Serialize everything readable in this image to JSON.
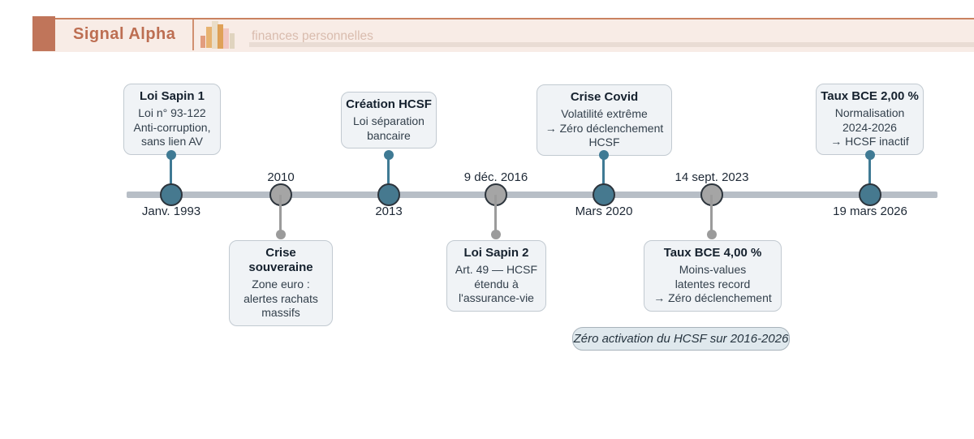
{
  "header": {
    "brand": "Signal Alpha",
    "tagline": "finances personnelles",
    "logo_icon": "bar-chart-icon"
  },
  "timeline": {
    "events": [
      {
        "date": "Janv. 1993",
        "title": "Loi Sapin 1",
        "body": "Loi n° 93-122\nAnti-corruption,\nsans lien AV",
        "side": "above",
        "accent": "teal"
      },
      {
        "date": "2010",
        "title": "Crise souveraine",
        "body": "Zone euro :\nalertes rachats\nmassifs",
        "side": "below",
        "accent": "gray"
      },
      {
        "date": "2013",
        "title": "Création HCSF",
        "body": "Loi séparation\nbancaire",
        "side": "above",
        "accent": "teal"
      },
      {
        "date": "9 déc. 2016",
        "title": "Loi Sapin 2",
        "body": "Art. 49 — HCSF\nétendu à\nl'assurance-vie",
        "side": "below",
        "accent": "gray"
      },
      {
        "date": "Mars 2020",
        "title": "Crise Covid",
        "body": "Volatilité extrême\n→ Zéro déclenchement\nHCSF",
        "side": "above",
        "accent": "teal"
      },
      {
        "date": "14 sept. 2023",
        "title": "Taux BCE 4,00 %",
        "body": "Moins-values\nlatentes record\n→ Zéro déclenchement",
        "side": "below",
        "accent": "gray"
      },
      {
        "date": "19 mars 2026",
        "title": "Taux BCE 2,00 %",
        "body": "Normalisation\n2024-2026\n→ HCSF inactif",
        "side": "above",
        "accent": "teal"
      }
    ],
    "note": "Zéro activation du HCSF sur 2016-2026"
  },
  "colors": {
    "accent_teal": "#46798f",
    "accent_gray": "#a5a5a5",
    "brand": "#c0755a",
    "header_bg": "#f8ece6",
    "card_bg": "#f0f3f6",
    "timeline_bar": "#b7bec6"
  }
}
